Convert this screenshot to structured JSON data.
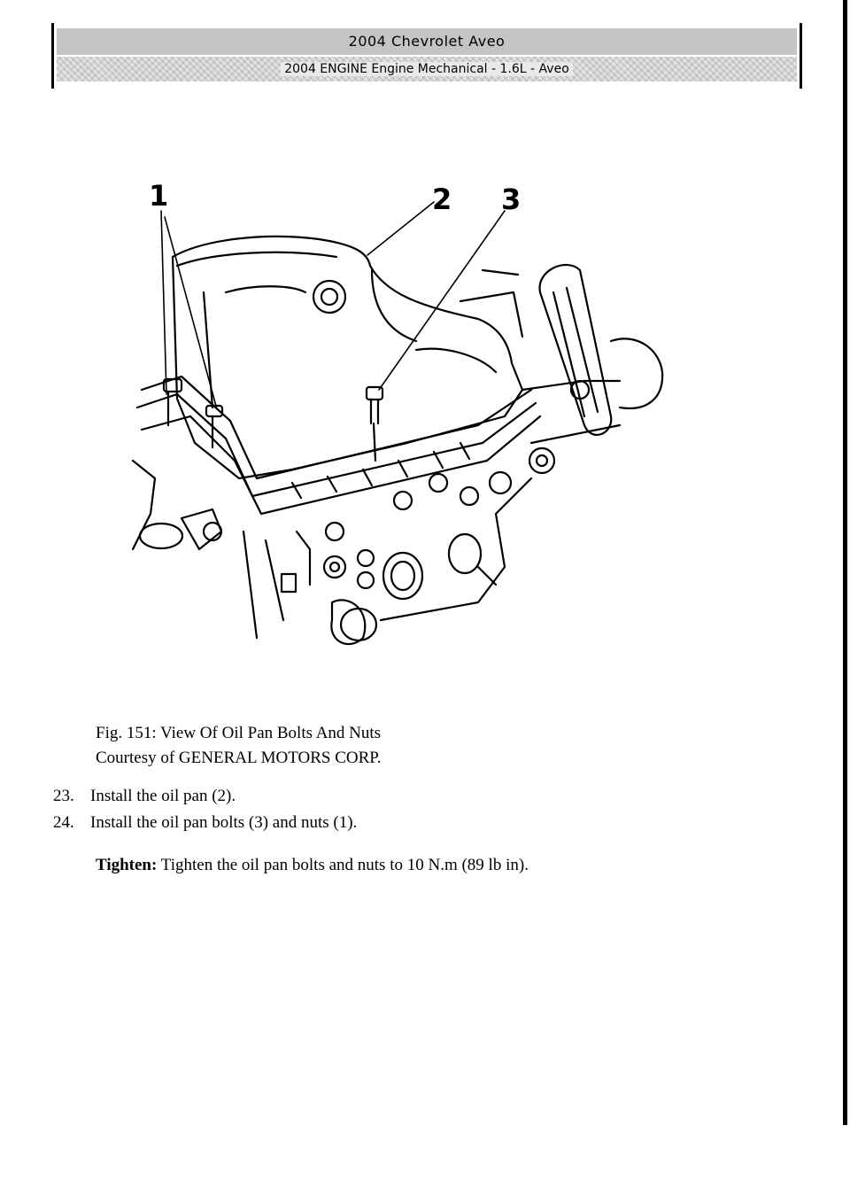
{
  "header": {
    "title": "2004 Chevrolet Aveo",
    "subtitle": "2004 ENGINE Engine Mechanical - 1.6L - Aveo"
  },
  "figure": {
    "callouts": [
      "1",
      "2",
      "3"
    ]
  },
  "caption": {
    "line1": "Fig. 151: View Of Oil Pan Bolts And Nuts",
    "line2": "Courtesy of GENERAL MOTORS CORP."
  },
  "steps": [
    {
      "num": "23.",
      "text": "Install the oil pan (2)."
    },
    {
      "num": "24.",
      "text": "Install the oil pan bolts (3) and nuts (1)."
    }
  ],
  "tighten": {
    "label": "Tighten:",
    "text": "Tighten the oil pan bolts and nuts to 10 N.m (89 lb in)."
  }
}
